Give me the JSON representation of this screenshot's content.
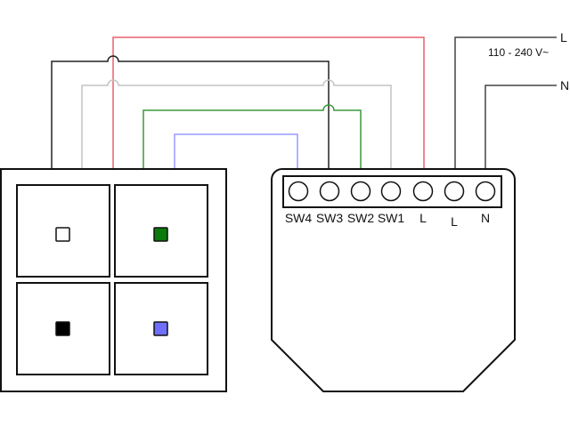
{
  "colors": {
    "sw1": "#bbbbbb",
    "sw2": "#3a9a3a",
    "sw3": "#222222",
    "sw4": "#8888ff",
    "live": "#e8606e",
    "mains": "#444444"
  },
  "module": {
    "terminals": [
      "SW4",
      "SW3",
      "SW2",
      "SW1",
      "L",
      "L",
      "N"
    ]
  },
  "mains": {
    "l_label": "L",
    "n_label": "N",
    "voltage": "110 - 240 V~"
  },
  "keypad": {
    "buttons": [
      {
        "name": "button-1",
        "led": "#ffffff"
      },
      {
        "name": "button-2",
        "led": "#0a7a0a"
      },
      {
        "name": "button-3",
        "led": "#000000"
      },
      {
        "name": "button-4",
        "led": "#6f6fff"
      }
    ]
  }
}
